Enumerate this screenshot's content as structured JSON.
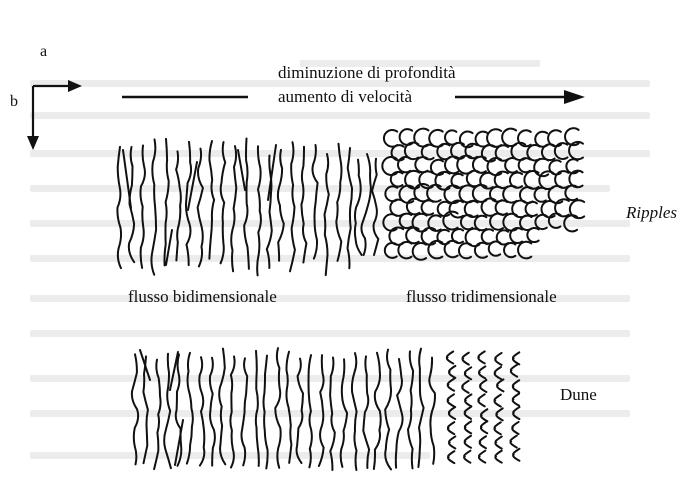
{
  "axes": {
    "a": "a",
    "b": "b"
  },
  "trend": {
    "line1": "diminuzione di profondità",
    "line2": "aumento di velocità"
  },
  "ripples": {
    "label": "Ripples",
    "caption_2d": "flusso bidimensionale",
    "caption_3d": "flusso tridimensionale"
  },
  "dune": {
    "label": "Dune"
  },
  "ink_color": "#111111"
}
